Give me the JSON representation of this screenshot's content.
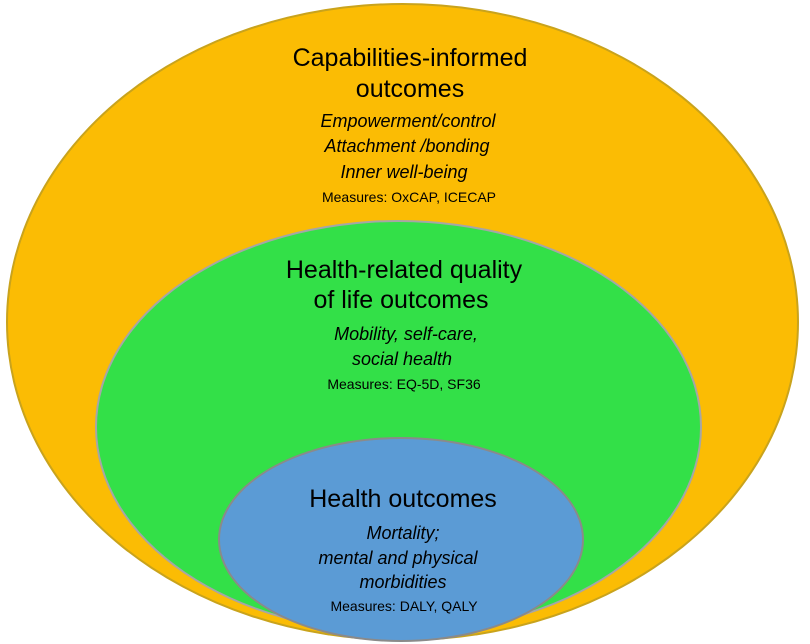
{
  "colors": {
    "capabilities_fill": "#fbbc04",
    "hrqol_fill": "#33e048",
    "health_fill": "#5b9bd5"
  },
  "capabilities": {
    "title_line1": "Capabilities-informed",
    "title_line2": "outcomes",
    "items": [
      "Empowerment/control",
      "Attachment /bonding",
      "Inner well-being"
    ],
    "measures": "Measures: OxCAP, ICECAP"
  },
  "hrqol": {
    "title_line1": "Health-related quality",
    "title_line2": "of life outcomes",
    "items": [
      "Mobility, self-care,",
      "social health"
    ],
    "measures": "Measures: EQ-5D, SF36"
  },
  "health": {
    "title": "Health outcomes",
    "items": [
      "Mortality;",
      "mental and physical",
      "morbidities"
    ],
    "measures": "Measures: DALY, QALY"
  }
}
